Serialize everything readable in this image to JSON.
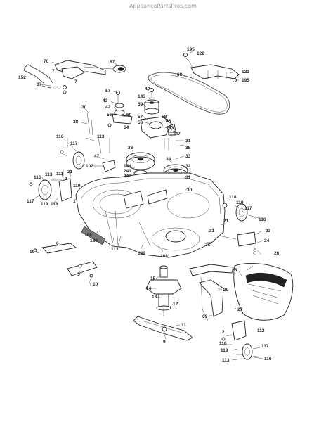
{
  "watermark": "AppliancePartsPros.com",
  "callouts": [
    {
      "id": "c70",
      "text": "70"
    },
    {
      "id": "c7a",
      "text": "7"
    },
    {
      "id": "c7b",
      "text": "7"
    },
    {
      "id": "c152",
      "text": "152"
    },
    {
      "id": "c37",
      "text": "37"
    },
    {
      "id": "c67",
      "text": "67"
    },
    {
      "id": "c57a",
      "text": "57"
    },
    {
      "id": "c43",
      "text": "43"
    },
    {
      "id": "c42",
      "text": "42"
    },
    {
      "id": "c56a",
      "text": "56"
    },
    {
      "id": "c60",
      "text": "60"
    },
    {
      "id": "c64",
      "text": "64"
    },
    {
      "id": "c30a",
      "text": "30"
    },
    {
      "id": "c38a",
      "text": "38"
    },
    {
      "id": "c113a",
      "text": "113"
    },
    {
      "id": "c47",
      "text": "47"
    },
    {
      "id": "c116a",
      "text": "116"
    },
    {
      "id": "c117a",
      "text": "117"
    },
    {
      "id": "c102",
      "text": "102"
    },
    {
      "id": "c116b",
      "text": "116"
    },
    {
      "id": "c113b",
      "text": "113"
    },
    {
      "id": "c111",
      "text": "111"
    },
    {
      "id": "c21a",
      "text": "21"
    },
    {
      "id": "c2",
      "text": "2"
    },
    {
      "id": "c119a",
      "text": "119"
    },
    {
      "id": "c117b",
      "text": "117"
    },
    {
      "id": "c119b",
      "text": "119"
    },
    {
      "id": "c118a",
      "text": "118"
    },
    {
      "id": "c1",
      "text": "1"
    },
    {
      "id": "c195a",
      "text": "195"
    },
    {
      "id": "c122",
      "text": "122"
    },
    {
      "id": "c68",
      "text": "68"
    },
    {
      "id": "c123",
      "text": "123"
    },
    {
      "id": "c195b",
      "text": "195"
    },
    {
      "id": "c40",
      "text": "40"
    },
    {
      "id": "c145",
      "text": "145"
    },
    {
      "id": "c59",
      "text": "59"
    },
    {
      "id": "c57b",
      "text": "57"
    },
    {
      "id": "c56b",
      "text": "56"
    },
    {
      "id": "c58",
      "text": "58"
    },
    {
      "id": "c46",
      "text": "46"
    },
    {
      "id": "c63",
      "text": "63"
    },
    {
      "id": "c147",
      "text": "147"
    },
    {
      "id": "c31a",
      "text": "31"
    },
    {
      "id": "c38b",
      "text": "38"
    },
    {
      "id": "c36",
      "text": "36"
    },
    {
      "id": "c33",
      "text": "33"
    },
    {
      "id": "c34",
      "text": "34"
    },
    {
      "id": "c32",
      "text": "32"
    },
    {
      "id": "c144",
      "text": "144"
    },
    {
      "id": "c241",
      "text": "241"
    },
    {
      "id": "c242",
      "text": "242"
    },
    {
      "id": "c31b",
      "text": "31"
    },
    {
      "id": "c30b",
      "text": "30"
    },
    {
      "id": "c118b",
      "text": "118"
    },
    {
      "id": "c119c",
      "text": "119"
    },
    {
      "id": "c117c",
      "text": "117"
    },
    {
      "id": "c116c",
      "text": "116"
    },
    {
      "id": "c21b",
      "text": "21"
    },
    {
      "id": "c23",
      "text": "23"
    },
    {
      "id": "c24",
      "text": "24"
    },
    {
      "id": "c26",
      "text": "26"
    },
    {
      "id": "c25",
      "text": "25"
    },
    {
      "id": "c21c",
      "text": "21"
    },
    {
      "id": "c21d",
      "text": "21"
    },
    {
      "id": "c188a",
      "text": "188"
    },
    {
      "id": "c189a",
      "text": "189"
    },
    {
      "id": "c113c",
      "text": "113"
    },
    {
      "id": "c189b",
      "text": "189"
    },
    {
      "id": "c188b",
      "text": "188"
    },
    {
      "id": "c19",
      "text": "19"
    },
    {
      "id": "c6",
      "text": "6"
    },
    {
      "id": "c5",
      "text": "5"
    },
    {
      "id": "c10",
      "text": "10"
    },
    {
      "id": "c15",
      "text": "15"
    },
    {
      "id": "c14",
      "text": "14"
    },
    {
      "id": "c13",
      "text": "13"
    },
    {
      "id": "c12",
      "text": "12"
    },
    {
      "id": "c11",
      "text": "11"
    },
    {
      "id": "c9",
      "text": "9"
    },
    {
      "id": "c69",
      "text": "69"
    },
    {
      "id": "c20",
      "text": "20"
    },
    {
      "id": "c27",
      "text": "27"
    },
    {
      "id": "c2b",
      "text": "2"
    },
    {
      "id": "c112",
      "text": "112"
    },
    {
      "id": "c118c",
      "text": "118"
    },
    {
      "id": "c119d",
      "text": "119"
    },
    {
      "id": "c117d",
      "text": "117"
    },
    {
      "id": "c113d",
      "text": "113"
    },
    {
      "id": "c116d",
      "text": "116"
    }
  ]
}
